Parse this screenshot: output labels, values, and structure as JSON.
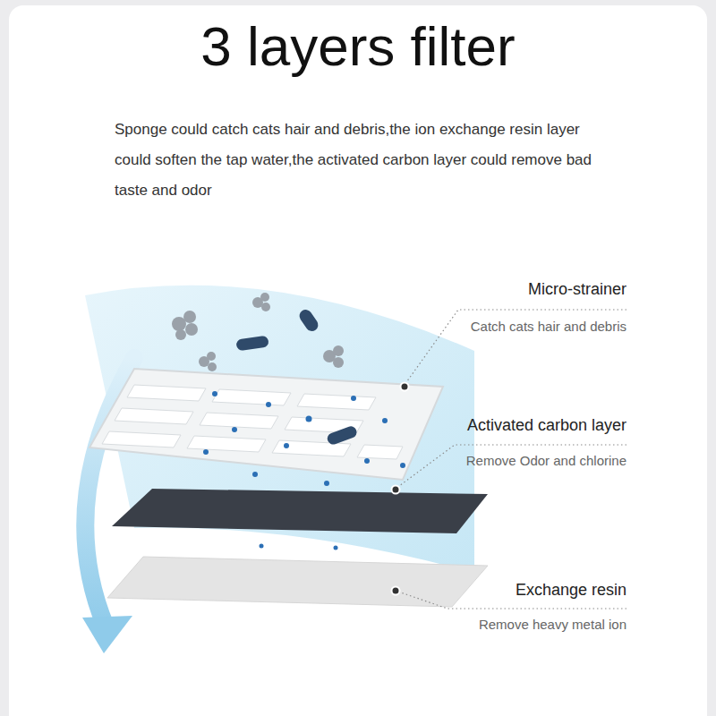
{
  "diagram": {
    "title": "3 layers filter",
    "labels": [
      "Sponge could catch cats hair and debris,the ion exchange resin layer could soften the tap water,the activated carbon layer could remove bad taste and odor",
      "Micro-strainer",
      "Catch cats hair and debris",
      "Activated carbon layer",
      "Remove Odor and chlorine",
      "Exchange resin",
      "Remove heavy metal ion"
    ]
  }
}
